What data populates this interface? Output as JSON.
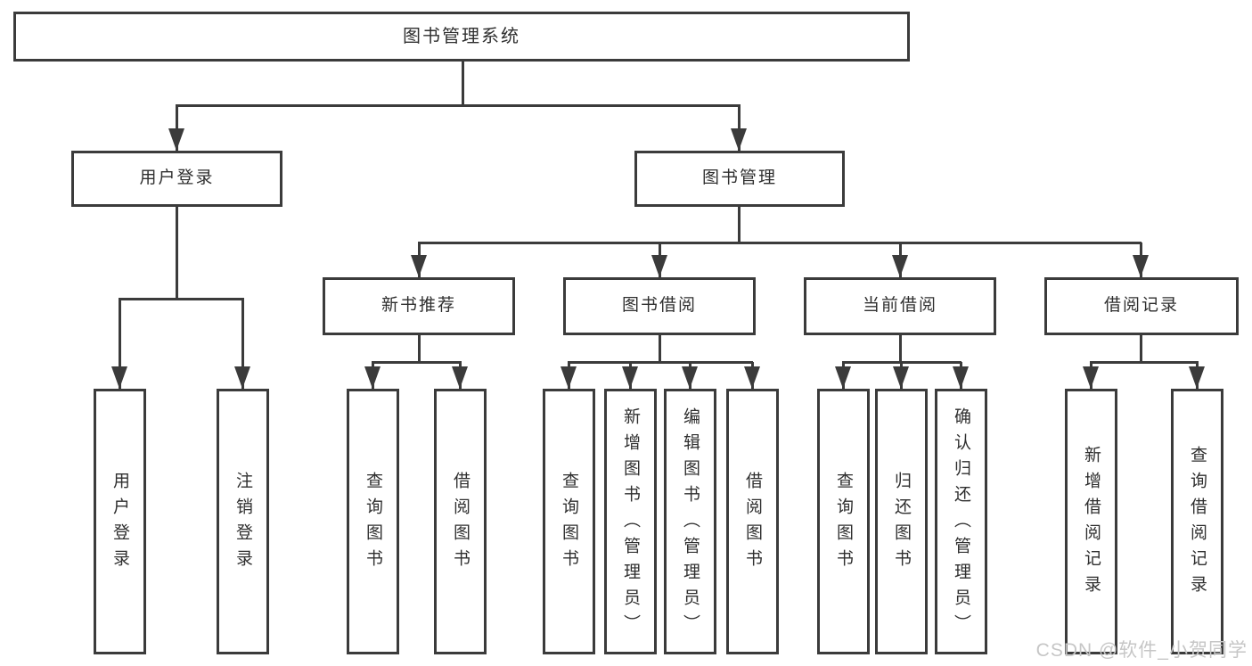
{
  "nodes": {
    "root": "图书管理系统",
    "user_login": "用户登录",
    "book_management": "图书管理",
    "new_book_recommend": "新书推荐",
    "book_borrow": "图书借阅",
    "current_borrow": "当前借阅",
    "borrow_record": "借阅记录",
    "leaf_user_login": "用户登录",
    "leaf_logout": "注销登录",
    "leaf_recommend_query": "查询图书",
    "leaf_recommend_borrow": "借阅图书",
    "leaf_borrow_query": "查询图书",
    "leaf_borrow_add": "新增图书（管理员）",
    "leaf_borrow_edit": "编辑图书（管理员）",
    "leaf_borrow_borrow": "借阅图书",
    "leaf_current_query": "查询图书",
    "leaf_current_return": "归还图书",
    "leaf_current_confirm": "确认归还（管理员）",
    "leaf_record_add": "新增借阅记录",
    "leaf_record_query": "查询借阅记录"
  },
  "watermark": "CSDN @软件_小贺同学",
  "colors": {
    "line": "#3b3b3b",
    "border": "#3b3b3b",
    "text": "#2f2f2f",
    "background": "#ffffff",
    "watermark": "#c6c6c6"
  }
}
